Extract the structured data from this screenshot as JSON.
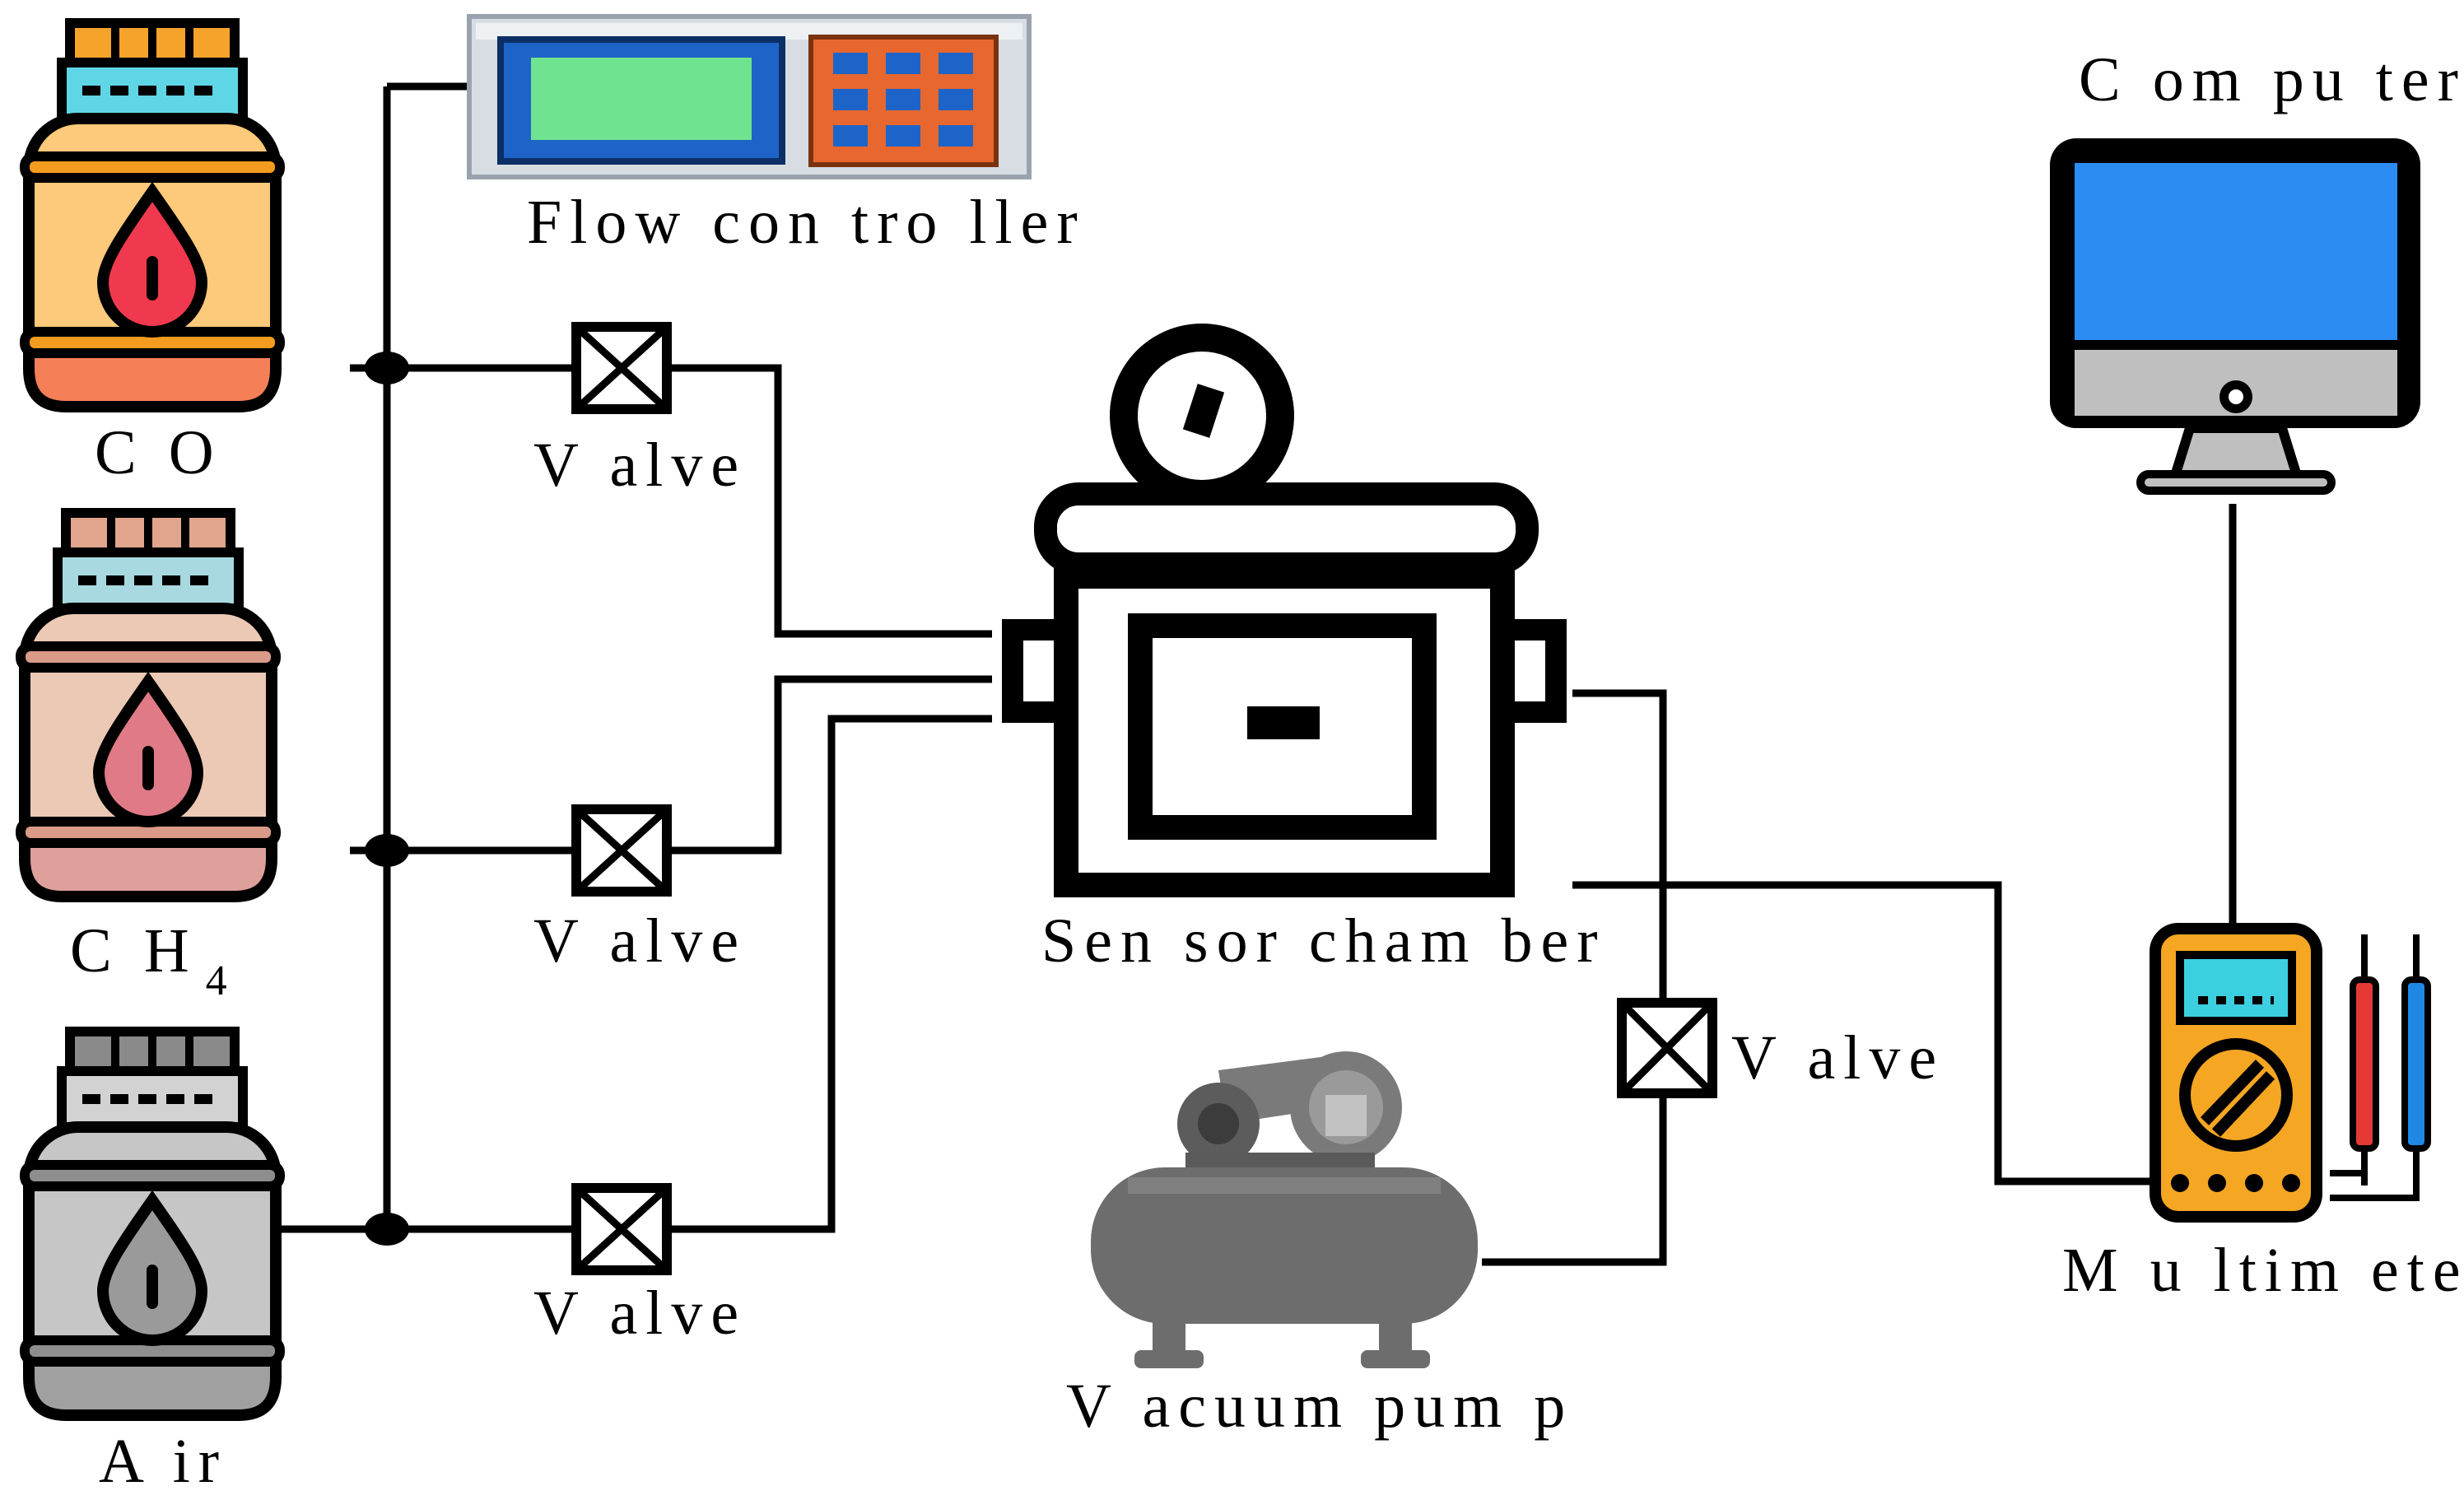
{
  "labels": {
    "co": "C O",
    "ch4_main": "C H",
    "ch4_sub": "4",
    "air": "A ir",
    "flow_controller": "Flow  con tro ller",
    "valve_1": "V alve",
    "valve_2": "V alve",
    "valve_3": "V alve",
    "valve_4": "V alve",
    "sensor_chamber": "Sen sor cham  ber",
    "computer": "C om  pu ter",
    "vacuum_pump": "V acuum   pum  p",
    "multimeter": "M  u ltim  eter"
  },
  "colors": {
    "co_cap": "#f5a32b",
    "co_band": "#5fd6e6",
    "co_body": "#fdc97a",
    "co_ring": "#f39c1f",
    "co_base": "#f57f57",
    "co_drop": "#f0394e",
    "ch4_cap": "#e0a58c",
    "ch4_band": "#a8d8e0",
    "ch4_body": "#ecc9b4",
    "ch4_ring": "#d99a88",
    "ch4_base": "#dea09a",
    "ch4_drop": "#e07a86",
    "air_cap": "#8a8a8a",
    "air_band": "#d2d2d2",
    "air_body": "#c6c6c6",
    "air_ring": "#8e8e8e",
    "air_base": "#a0a0a0",
    "air_drop": "#9a9a9a",
    "flow_screen": "#6fe38f",
    "flow_panel": "#1e64c8",
    "flow_keys": "#e7672e",
    "monitor_screen": "#2b8df2",
    "monitor_stand": "#bfbfbf",
    "multimeter_body": "#f5a623",
    "multimeter_screen": "#3ccfe0",
    "probe_red": "#e53935",
    "probe_blue": "#1e88e5",
    "pump_body": "#6d6d6d"
  },
  "icons": [
    "gas-cylinder-icon",
    "valve-icon",
    "flow-controller-icon",
    "sensor-chamber-icon",
    "computer-icon",
    "multimeter-icon",
    "vacuum-pump-icon"
  ]
}
